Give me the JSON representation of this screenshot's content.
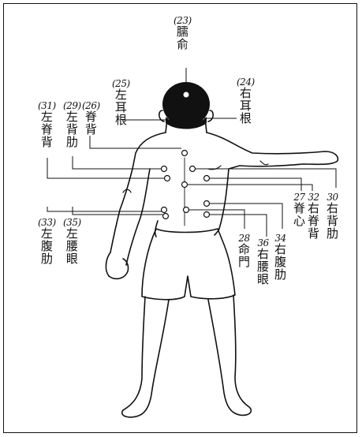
{
  "labels": [
    {
      "id": "23",
      "num": "(23)",
      "text": "臑俞"
    },
    {
      "id": "24",
      "num": "(24)",
      "text": "右耳根"
    },
    {
      "id": "25",
      "num": "(25)",
      "text": "左耳根"
    },
    {
      "id": "26",
      "num": "(26)",
      "text": "脊背"
    },
    {
      "id": "29",
      "num": "(29)",
      "text": "左背肋"
    },
    {
      "id": "31",
      "num": "(31)",
      "text": "左脊背"
    },
    {
      "id": "27",
      "num": "27",
      "text": "脊心"
    },
    {
      "id": "32",
      "num": "32",
      "text": "右脊背"
    },
    {
      "id": "30",
      "num": "30",
      "text": "右背肋"
    },
    {
      "id": "33",
      "num": "(33)",
      "text": "左腹肋"
    },
    {
      "id": "35",
      "num": "(35)",
      "text": "左腰眼"
    },
    {
      "id": "28",
      "num": "28",
      "text": "命門"
    },
    {
      "id": "36",
      "num": "36",
      "text": "右腰眼"
    },
    {
      "id": "34",
      "num": "34",
      "text": "右腹肋"
    }
  ],
  "colors": {
    "ink": "#111111",
    "background": "#ffffff"
  }
}
